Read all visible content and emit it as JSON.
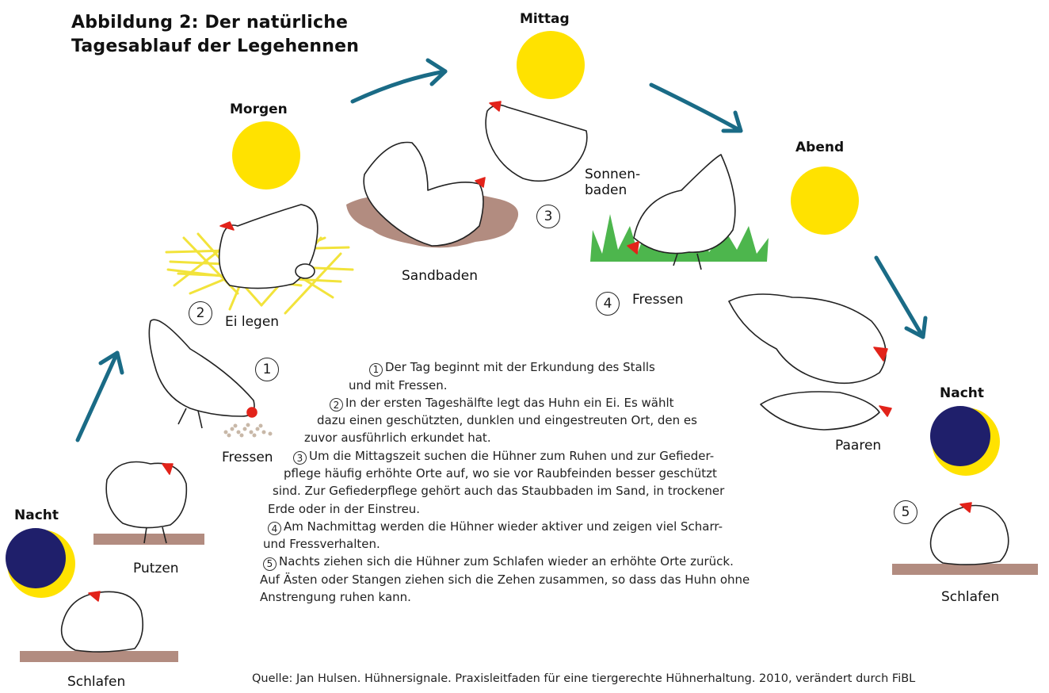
{
  "title": {
    "line1": "Abbildung 2:  Der natürliche",
    "line2": "Tagesablauf der Legehennen"
  },
  "phases": {
    "night_left": "Nacht",
    "morning": "Morgen",
    "noon": "Mittag",
    "evening": "Abend",
    "night_right": "Nacht"
  },
  "activities": {
    "sleep_left": "Schlafen",
    "preen": "Putzen",
    "eat_1": "Fressen",
    "lay_egg": "Ei legen",
    "sandbath": "Sandbaden",
    "sunbath_1": "Sonnen-",
    "sunbath_2": "baden",
    "eat_4": "Fressen",
    "mate": "Paaren",
    "sleep_right": "Schlafen"
  },
  "step_numbers": [
    "1",
    "2",
    "3",
    "4",
    "5"
  ],
  "description": [
    {
      "num": "1",
      "text": "Der Tag beginnt mit der Erkundung des Stalls"
    },
    {
      "num": "",
      "text": "und mit Fressen."
    },
    {
      "num": "2",
      "text": "In der ersten Tageshälfte legt das Huhn ein Ei. Es wählt"
    },
    {
      "num": "",
      "text": "dazu einen geschützten, dunklen und eingestreuten Ort, den es"
    },
    {
      "num": "",
      "text": "zuvor ausführlich erkundet hat."
    },
    {
      "num": "3",
      "text": "Um die Mittagszeit suchen die Hühner zum Ruhen und zur Gefieder-"
    },
    {
      "num": "",
      "text": "pflege häufig erhöhte Orte auf, wo sie vor Raubfeinden besser geschützt"
    },
    {
      "num": "",
      "text": "sind. Zur Gefiederpflege gehört auch das Staubbaden im Sand, in trockener"
    },
    {
      "num": "",
      "text": "Erde oder in der Einstreu."
    },
    {
      "num": "4",
      "text": "Am Nachmittag werden die Hühner wieder aktiver und zeigen viel Scharr-"
    },
    {
      "num": "",
      "text": "und Fressverhalten."
    },
    {
      "num": "5",
      "text": "Nachts ziehen sich die Hühner zum Schlafen wieder an erhöhte Orte zurück."
    },
    {
      "num": "",
      "text": "Auf Ästen oder Stangen ziehen sich die Zehen zusammen, so dass das Huhn ohne"
    },
    {
      "num": "",
      "text": "Anstrengung ruhen kann."
    }
  ],
  "source": "Quelle: Jan Hulsen. Hühnersignale. Praxisleitfaden für eine tiergerechte Hühnerhaltung. 2010, verändert durch FiBL",
  "colors": {
    "sun": "#ffe200",
    "moon": "#1f1f6b",
    "arrow": "#1a6b86",
    "perch": "#b28c80",
    "sand": "#b28c80",
    "straw": "#f2e33b",
    "grass": "#4db64d",
    "comb": "#e2231a"
  }
}
